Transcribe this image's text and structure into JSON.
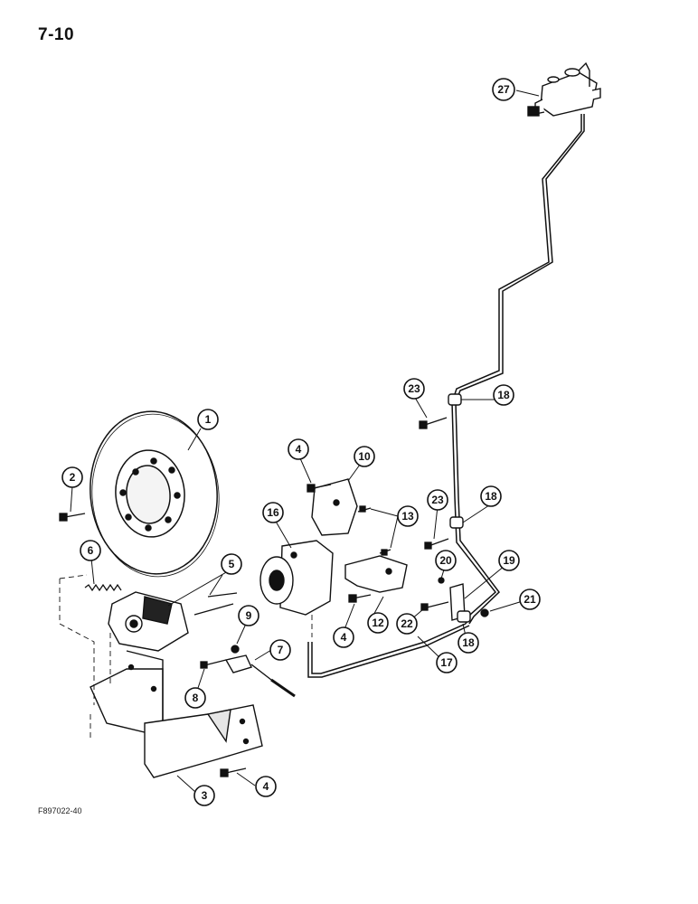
{
  "page": {
    "number": "7-10",
    "figure_code": "F897022-40"
  },
  "callouts": [
    {
      "id": "c1",
      "label": "1"
    },
    {
      "id": "c2",
      "label": "2"
    },
    {
      "id": "c3",
      "label": "3"
    },
    {
      "id": "c4a",
      "label": "4"
    },
    {
      "id": "c4b",
      "label": "4"
    },
    {
      "id": "c4c",
      "label": "4"
    },
    {
      "id": "c5",
      "label": "5"
    },
    {
      "id": "c6",
      "label": "6"
    },
    {
      "id": "c7",
      "label": "7"
    },
    {
      "id": "c8",
      "label": "8"
    },
    {
      "id": "c9",
      "label": "9"
    },
    {
      "id": "c10",
      "label": "10"
    },
    {
      "id": "c12",
      "label": "12"
    },
    {
      "id": "c13",
      "label": "13"
    },
    {
      "id": "c16",
      "label": "16"
    },
    {
      "id": "c17",
      "label": "17"
    },
    {
      "id": "c18a",
      "label": "18"
    },
    {
      "id": "c18b",
      "label": "18"
    },
    {
      "id": "c18c",
      "label": "18"
    },
    {
      "id": "c19",
      "label": "19"
    },
    {
      "id": "c20",
      "label": "20"
    },
    {
      "id": "c21",
      "label": "21"
    },
    {
      "id": "c22",
      "label": "22"
    },
    {
      "id": "c23a",
      "label": "23"
    },
    {
      "id": "c23b",
      "label": "23"
    },
    {
      "id": "c27",
      "label": "27"
    }
  ]
}
